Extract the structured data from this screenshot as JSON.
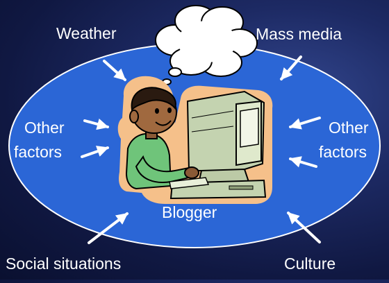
{
  "labels": {
    "weather": "Weather",
    "mass_media": "Mass media",
    "other_left_line1": "Other",
    "other_left_line2": "factors",
    "other_right_line1": "Other",
    "other_right_line2": "factors",
    "blogger": "Blogger",
    "social": "Social situations",
    "culture": "Culture"
  },
  "colors": {
    "background": "#1d2a64",
    "ellipse_fill": "#2b66d6",
    "outline": "#ffffff",
    "text": "#ffffff"
  }
}
